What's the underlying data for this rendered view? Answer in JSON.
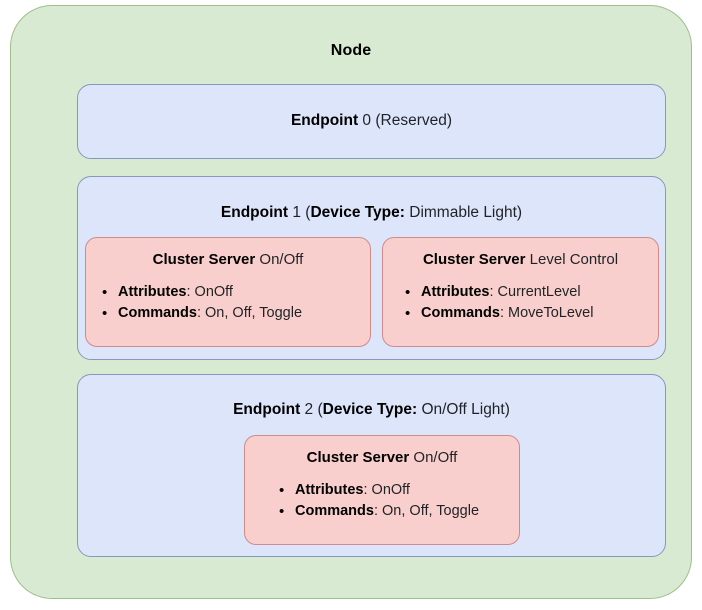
{
  "node": {
    "title": "Node",
    "color": "#d9ead3",
    "border_color": "#9dbf8c"
  },
  "colors": {
    "endpoint_fill": "#dde5fa",
    "endpoint_border": "#8699b8",
    "cluster_fill": "#f8cfcc",
    "cluster_border": "#cf8b8b"
  },
  "endpoints": [
    {
      "label_bold": "Endpoint",
      "label_rest": " 0 (Reserved)",
      "device_type_label": "",
      "device_type_value": "",
      "clusters": []
    },
    {
      "label_bold": "Endpoint",
      "label_mid": " 1 (",
      "device_type_label": "Device Type:",
      "device_type_value": " Dimmable Light)",
      "clusters": [
        {
          "title_bold": "Cluster Server",
          "title_rest": " On/Off",
          "rows": [
            {
              "bullet": "•",
              "label": "Attributes",
              "value": ": OnOff"
            },
            {
              "bullet": "•",
              "label": "Commands",
              "value": ": On, Off, Toggle"
            }
          ]
        },
        {
          "title_bold": "Cluster Server",
          "title_rest": " Level Control",
          "rows": [
            {
              "bullet": "•",
              "label": "Attributes",
              "value": ": CurrentLevel"
            },
            {
              "bullet": "•",
              "label": "Commands",
              "value": ": MoveToLevel"
            }
          ]
        }
      ]
    },
    {
      "label_bold": "Endpoint",
      "label_mid": " 2 (",
      "device_type_label": "Device Type:",
      "device_type_value": " On/Off Light)",
      "clusters": [
        {
          "title_bold": "Cluster Server",
          "title_rest": " On/Off",
          "rows": [
            {
              "bullet": "•",
              "label": "Attributes",
              "value": ": OnOff"
            },
            {
              "bullet": "•",
              "label": "Commands",
              "value": ": On, Off, Toggle"
            }
          ]
        }
      ]
    }
  ]
}
